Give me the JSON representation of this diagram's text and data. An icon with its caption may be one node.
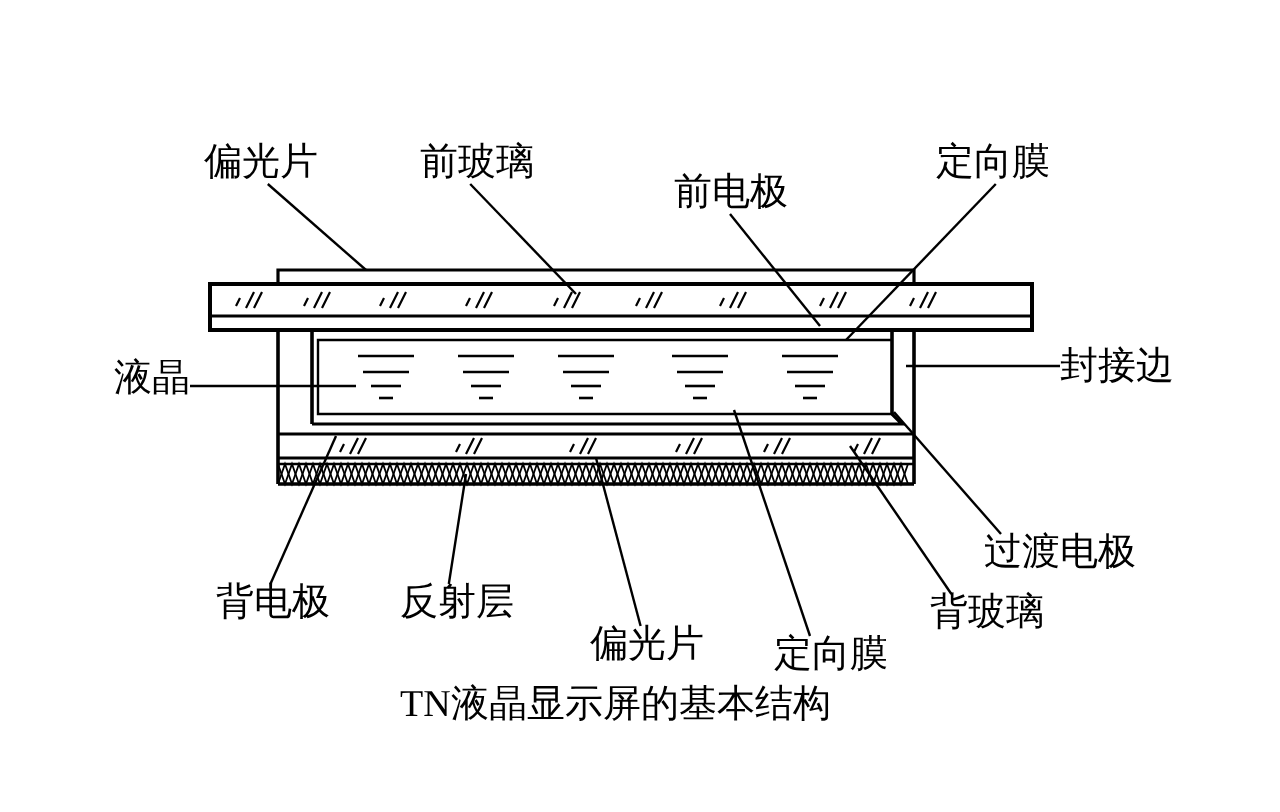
{
  "diagram": {
    "caption": "TN液晶显示屏的基本结构",
    "nodes": [
      {
        "text": [
          "偏光片"
        ]
      },
      {
        "text": [
          "前玻璃"
        ]
      },
      {
        "text": [
          "前电极"
        ]
      },
      {
        "text": [
          "定向膜"
        ]
      },
      {
        "text": [
          "液晶"
        ]
      },
      {
        "text": [
          "封接边"
        ]
      },
      {
        "text": [
          "过渡电极"
        ]
      },
      {
        "text": [
          "背电极"
        ]
      },
      {
        "text": [
          "反射层"
        ]
      },
      {
        "text": [
          "背玻璃"
        ]
      },
      {
        "text": [
          "偏光片"
        ]
      },
      {
        "text": [
          "定向膜"
        ]
      }
    ],
    "edges": [
      {
        "from": 0,
        "to": null,
        "arrow": "none"
      },
      {
        "from": 1,
        "to": null,
        "arrow": "none"
      },
      {
        "from": 2,
        "to": null,
        "arrow": "none"
      },
      {
        "from": 3,
        "to": null,
        "arrow": "none"
      },
      {
        "from": 4,
        "to": null,
        "arrow": "none"
      },
      {
        "from": 5,
        "to": null,
        "arrow": "none"
      },
      {
        "from": 6,
        "to": null,
        "arrow": "none"
      },
      {
        "from": 7,
        "to": null,
        "arrow": "none"
      },
      {
        "from": 8,
        "to": null,
        "arrow": "none"
      },
      {
        "from": 9,
        "to": null,
        "arrow": "none"
      },
      {
        "from": 10,
        "to": null,
        "arrow": "none"
      },
      {
        "from": 11,
        "to": null,
        "arrow": "none"
      }
    ]
  }
}
